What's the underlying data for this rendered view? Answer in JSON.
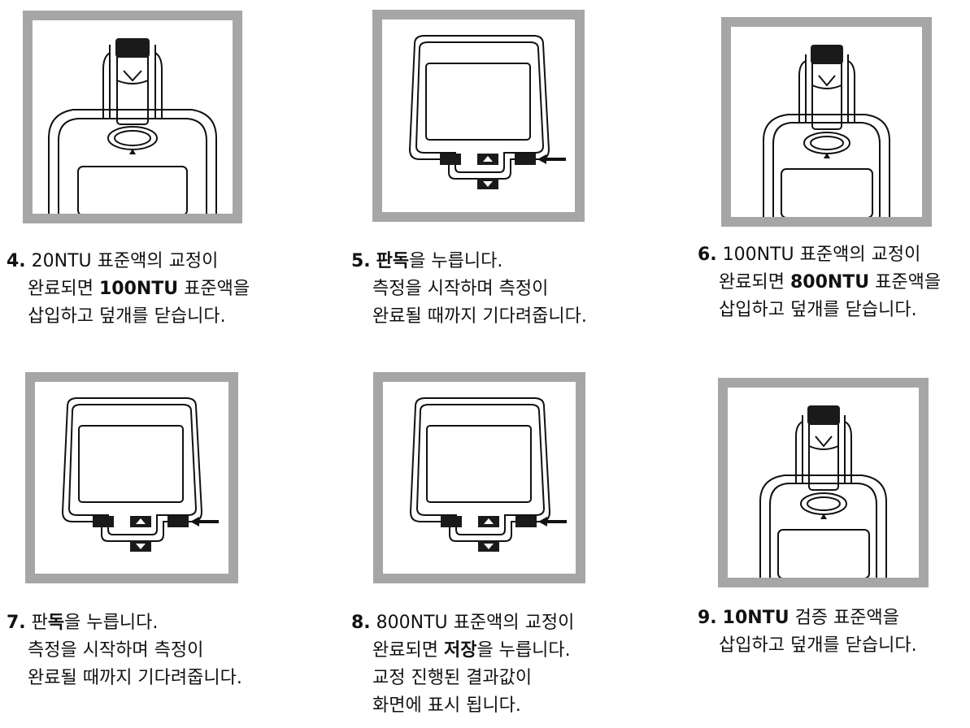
{
  "steps": [
    {
      "number": "4.",
      "lines": [
        [
          {
            "t": "20NTU 표준액의 교정이",
            "b": false
          }
        ],
        [
          {
            "t": "완료되면 ",
            "b": false
          },
          {
            "t": "100NTU",
            "b": true
          },
          {
            "t": " 표준액을",
            "b": false
          }
        ],
        [
          {
            "t": "삽입하고 덮개를 닫습니다.",
            "b": false
          }
        ]
      ],
      "image": "instrument-with-sample-vial"
    },
    {
      "number": "5.",
      "lines": [
        [
          {
            "t": "판독",
            "b": true
          },
          {
            "t": "을 누릅니다.",
            "b": false
          }
        ],
        [
          {
            "t": "측정을 시작하며 측정이",
            "b": false
          }
        ],
        [
          {
            "t": "완료될 때까지 기다려줍니다.",
            "b": false
          }
        ]
      ],
      "image": "keypad-right-button-arrow"
    },
    {
      "number": "6.",
      "lines": [
        [
          {
            "t": "100NTU 표준액의 교정이",
            "b": false
          }
        ],
        [
          {
            "t": "완료되면 ",
            "b": false
          },
          {
            "t": "800NTU",
            "b": true
          },
          {
            "t": " 표준액을",
            "b": false
          }
        ],
        [
          {
            "t": "삽입하고 덮개를 닫습니다.",
            "b": false
          }
        ]
      ],
      "image": "instrument-with-sample-vial"
    },
    {
      "number": "7.",
      "lines": [
        [
          {
            "t": "판",
            "b": false
          },
          {
            "t": "독",
            "b": true
          },
          {
            "t": "을 누릅니다.",
            "b": false
          }
        ],
        [
          {
            "t": "측정을 시작하며 측정이",
            "b": false
          }
        ],
        [
          {
            "t": "완료될 때까지 기다려줍니다.",
            "b": false
          }
        ]
      ],
      "image": "keypad-right-button-arrow"
    },
    {
      "number": "8.",
      "lines": [
        [
          {
            "t": "800NTU 표준액의 교정이",
            "b": false
          }
        ],
        [
          {
            "t": "완료되면 ",
            "b": false
          },
          {
            "t": "저장",
            "b": true
          },
          {
            "t": "을 누릅니다.",
            "b": false
          }
        ],
        [
          {
            "t": "교정 진행된 결과값이",
            "b": false
          }
        ],
        [
          {
            "t": "화면에 표시 됩니다.",
            "b": false
          }
        ]
      ],
      "image": "keypad-right-button-arrow"
    },
    {
      "number": "9.",
      "lines": [
        [
          {
            "t": "10NTU",
            "b": true
          },
          {
            "t": " 검증 표준액을",
            "b": false
          }
        ],
        [
          {
            "t": "삽입하고 덮개를 닫습니다.",
            "b": false
          }
        ]
      ],
      "image": "instrument-with-sample-vial"
    }
  ],
  "colors": {
    "frame": "#a6a6a6",
    "line": "#111111",
    "button": "#1a1a1a"
  }
}
